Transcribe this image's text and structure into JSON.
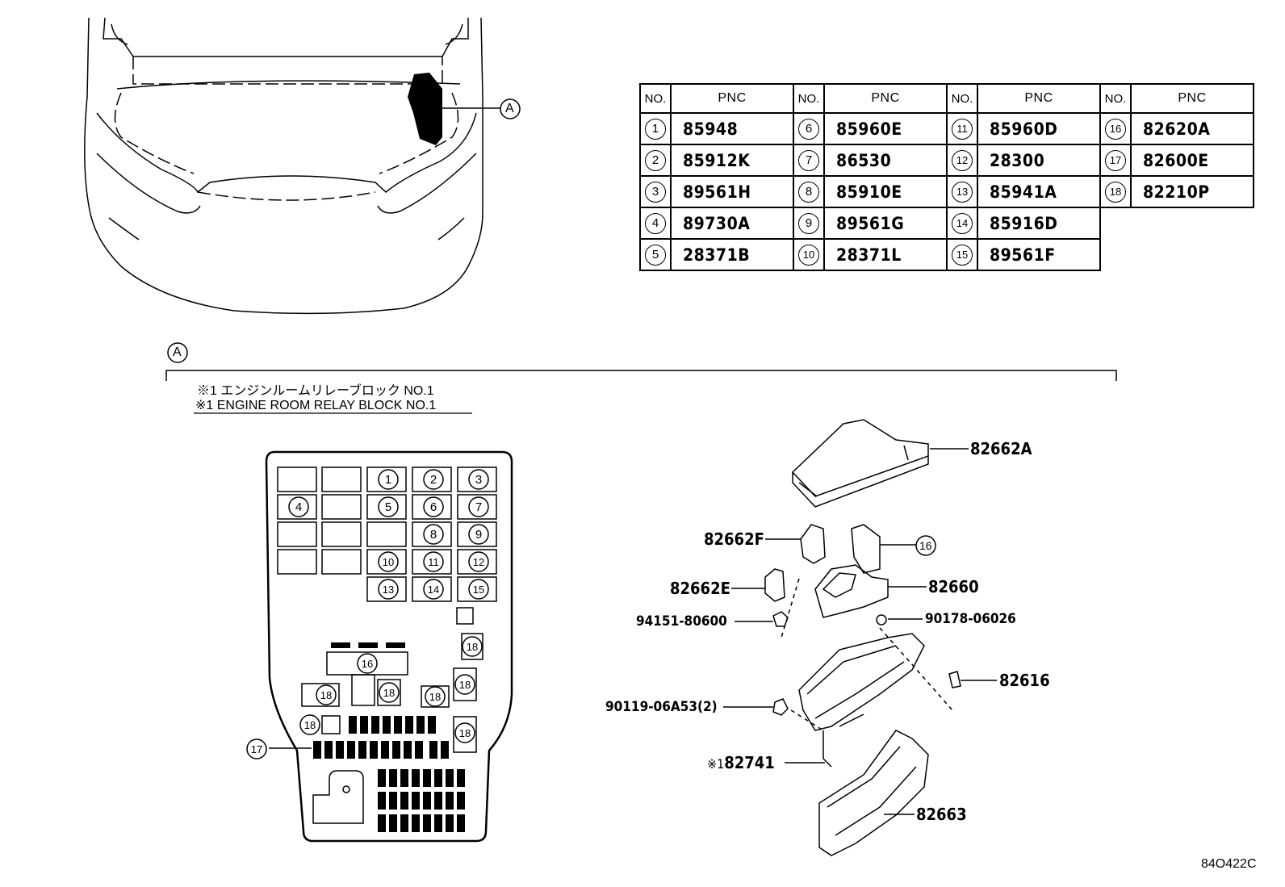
{
  "table": {
    "headers": [
      "NO.",
      "PNC"
    ],
    "rows": [
      [
        {
          "no": "1",
          "pnc": "85948"
        },
        {
          "no": "6",
          "pnc": "85960E"
        },
        {
          "no": "11",
          "pnc": "85960D"
        },
        {
          "no": "16",
          "pnc": "82620A"
        }
      ],
      [
        {
          "no": "2",
          "pnc": "85912K"
        },
        {
          "no": "7",
          "pnc": "86530"
        },
        {
          "no": "12",
          "pnc": "28300"
        },
        {
          "no": "17",
          "pnc": "82600E"
        }
      ],
      [
        {
          "no": "3",
          "pnc": "89561H"
        },
        {
          "no": "8",
          "pnc": "85910E"
        },
        {
          "no": "13",
          "pnc": "85941A"
        },
        {
          "no": "18",
          "pnc": "82210P"
        }
      ],
      [
        {
          "no": "4",
          "pnc": "89730A"
        },
        {
          "no": "9",
          "pnc": "89561G"
        },
        {
          "no": "14",
          "pnc": "85916D"
        },
        null
      ],
      [
        {
          "no": "5",
          "pnc": "28371B"
        },
        {
          "no": "10",
          "pnc": "28371L"
        },
        {
          "no": "15",
          "pnc": "89561F"
        },
        null
      ]
    ]
  },
  "location_marker": "A",
  "section_marker": "A",
  "note_jp": "※1 エンジンルームリレーブロック NO.1",
  "note_en": "※1 ENGINE ROOM RELAY BLOCK NO.1",
  "parts": {
    "cover": "82662A",
    "bracket_f": "82662F",
    "bracket_e": "82662E",
    "block": "82660",
    "bolt1": "94151-80600",
    "nut": "90178-06026",
    "clip": "82616",
    "bolt2": "90119-06A53(2)",
    "relay_block_prefix": "※1",
    "relay_block": "82741",
    "lower_cover": "82663",
    "callout_16": "16"
  },
  "fuse_box_numbers": [
    "1",
    "2",
    "3",
    "4",
    "5",
    "6",
    "7",
    "8",
    "9",
    "10",
    "11",
    "12",
    "13",
    "14",
    "15",
    "16",
    "17",
    "18"
  ],
  "illustration_ref": "84O422C"
}
